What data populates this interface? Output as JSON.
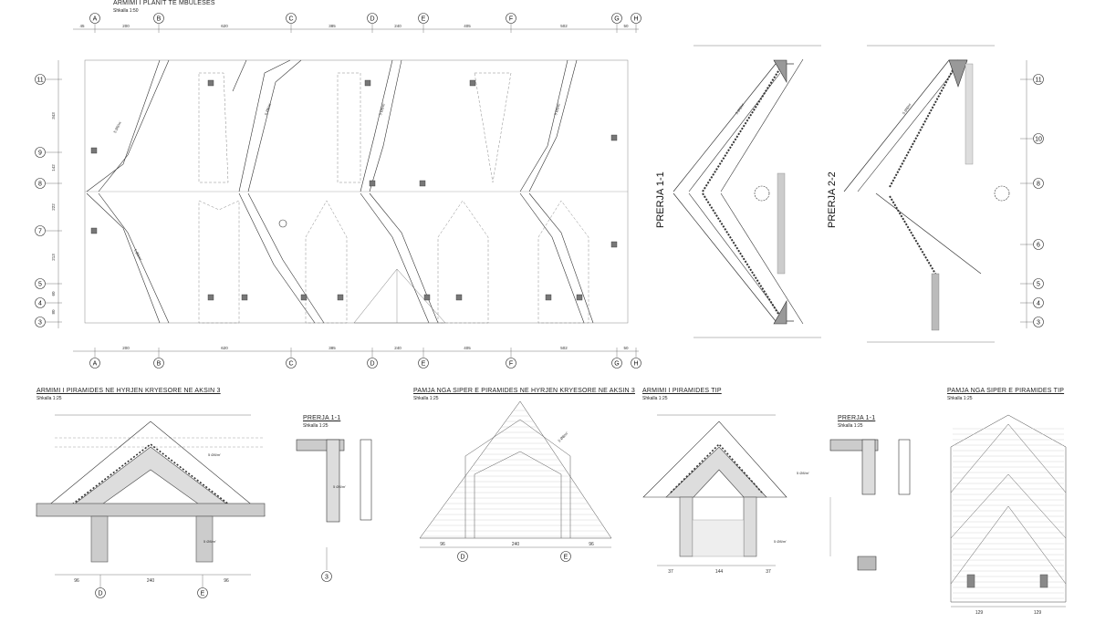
{
  "titles": {
    "plan": "ARMIMI I PLANIT TE MBULESES",
    "plan_scale": "Shkalla 1:50",
    "pyr_axis3": "ARMIMI I PIRAMIDES NE HYRJEN KRYESORE NE AKSIN 3",
    "pyr_axis3_scale": "Shkalla 1:25",
    "pyr_top_axis3": "PAMJA NGA SIPER E PIRAMIDES NE HYRJEN KRYESORE NE AKSIN 3",
    "pyr_top_axis3_scale": "Shkalla 1:25",
    "pyr_type": "ARMIMI I PIRAMIDES TIP",
    "pyr_type_scale": "Shkalla 1:25",
    "pyr_top_type": "PAMJA NGA SIPER E PIRAMIDES TIP",
    "pyr_top_type_scale": "Shkalla 1:25",
    "sec_a": "PRERJA 1-1",
    "sec_a_scale": "Shkalla 1:25",
    "sec_b": "PRERJA 1-1",
    "sec_b_scale": "Shkalla 1:25",
    "section_11": "PRERJA 1-1",
    "section_22": "PRERJA 2-2"
  },
  "grid": {
    "columns": [
      "A",
      "B",
      "C",
      "D",
      "E",
      "F",
      "G",
      "H"
    ],
    "top_dims": [
      "45",
      "200",
      "620",
      "385",
      "240",
      "405",
      "502",
      "50"
    ],
    "bottom_dims": [
      "200",
      "620",
      "385",
      "240",
      "405",
      "502",
      "50"
    ],
    "rows": [
      "11",
      "9",
      "8",
      "7",
      "5",
      "4",
      "3"
    ],
    "row_dims": [
      "343",
      "142",
      "222",
      "213",
      "60",
      "80"
    ],
    "sec_rows": [
      "11",
      "10",
      "8",
      "6",
      "5",
      "4",
      "3"
    ]
  },
  "details": {
    "axis3_dims": [
      "96",
      "240",
      "96"
    ],
    "axis3_axes": [
      "D",
      "E"
    ],
    "top_axis3_dims": [
      "96",
      "240",
      "96"
    ],
    "top_axis3_axes": [
      "D",
      "E"
    ],
    "type_dims": [
      "37",
      "144",
      "37"
    ],
    "top_type_dims": [
      "129",
      "129"
    ],
    "sec_small_axis": "3",
    "rebar_note": "5 Ø8/m'"
  }
}
